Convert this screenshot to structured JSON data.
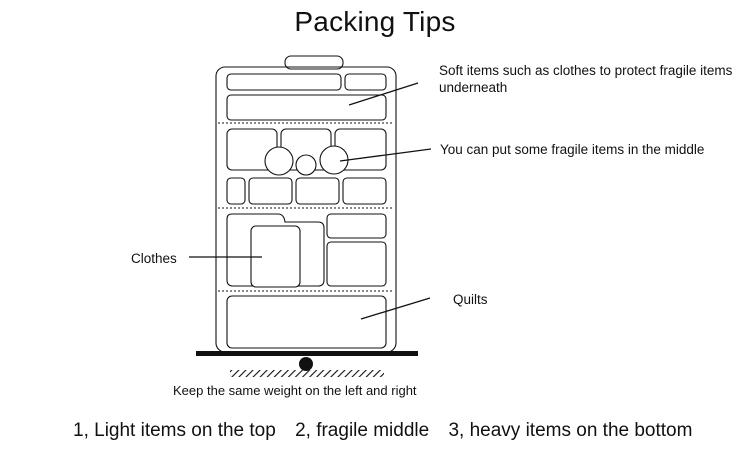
{
  "title": "Packing Tips",
  "annotations": {
    "soft_items": "Soft items such as clothes to protect fragile items underneath",
    "fragile_middle": "You can put some fragile items in the middle",
    "clothes": "Clothes",
    "quilts": "Quilts",
    "balance": "Keep the same weight on the left and right"
  },
  "rules": {
    "rule1": "1, Light items on the top",
    "rule2": "2, fragile middle",
    "rule3": "3, heavy items on the bottom"
  },
  "icons": {
    "suitcase": "suitcase-icon",
    "balance": "balance-scale-icon"
  },
  "colors": {
    "stroke": "#111111",
    "background": "#ffffff"
  }
}
